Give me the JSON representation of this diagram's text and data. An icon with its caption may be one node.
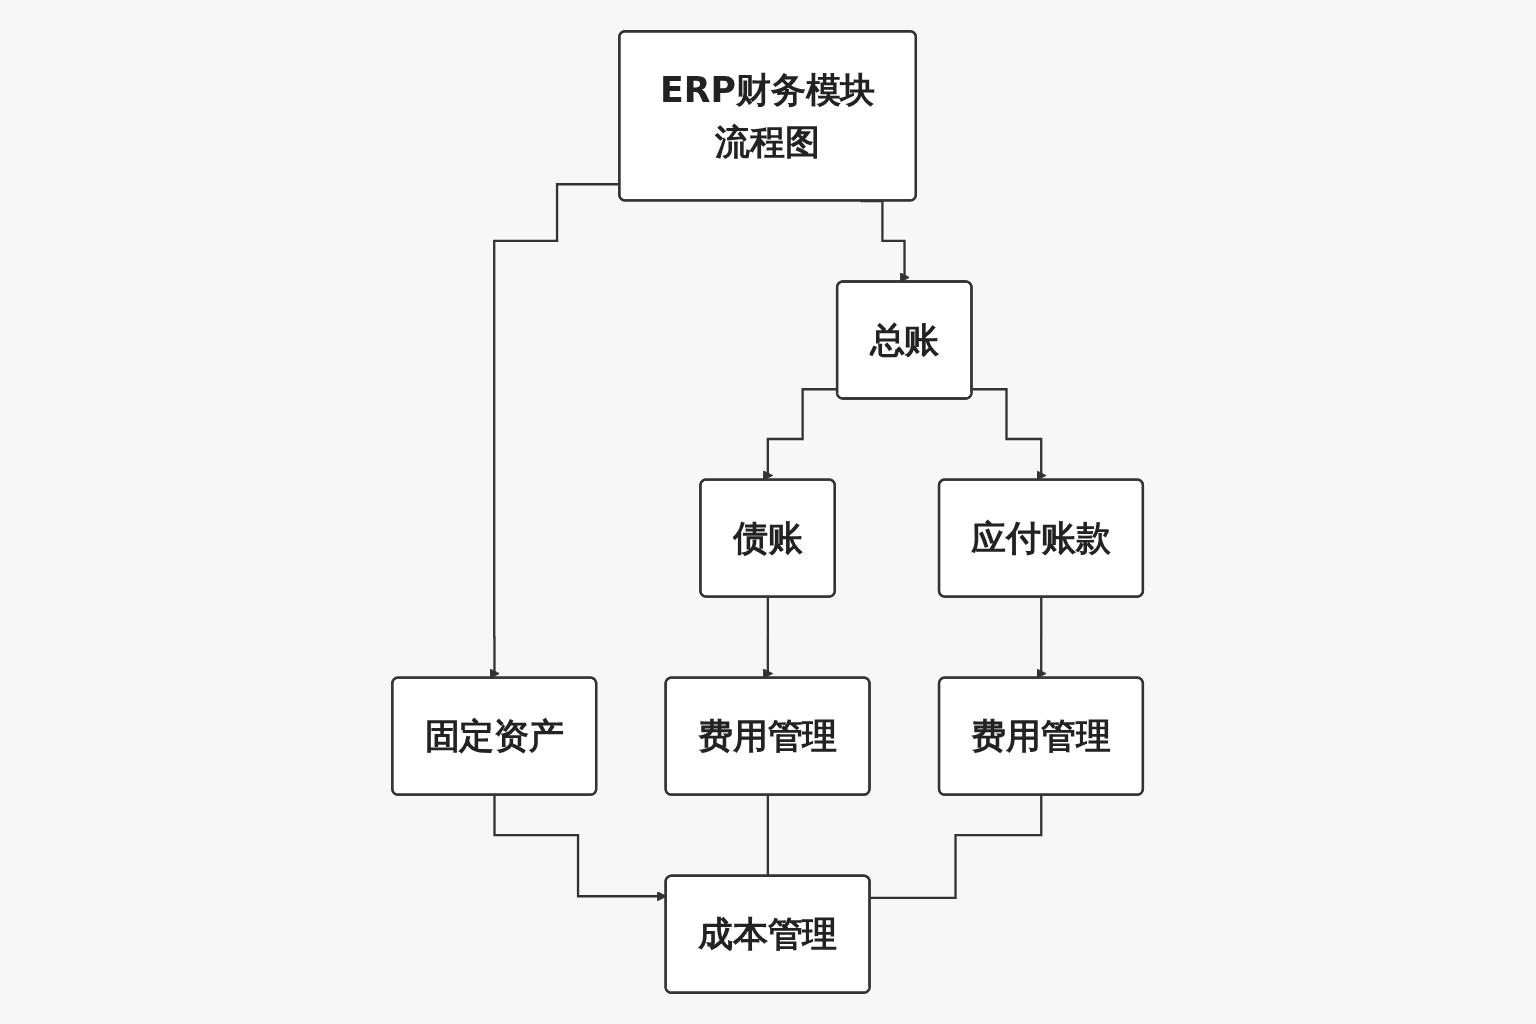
{
  "diagram": {
    "nodes": [
      {
        "text": [
          "ERP财务模块流程图"
        ]
      },
      {
        "text": [
          "总账"
        ]
      },
      {
        "text": [
          "固定资产"
        ]
      },
      {
        "text": [
          "债账"
        ]
      },
      {
        "text": [
          "应付账款"
        ]
      },
      {
        "text": [
          "成本管理"
        ]
      },
      {
        "text": [
          "费用管理"
        ]
      },
      {
        "text": [
          "费用管理"
        ]
      }
    ],
    "edges": [
      {
        "from": 0,
        "to": 1,
        "arrow": "to"
      },
      {
        "from": 0,
        "to": 2,
        "arrow": "to"
      },
      {
        "from": 1,
        "to": 3,
        "arrow": "to"
      },
      {
        "from": 1,
        "to": 4,
        "arrow": "to"
      },
      {
        "from": 2,
        "to": 5,
        "arrow": "to"
      },
      {
        "from": 3,
        "to": 6,
        "arrow": "to"
      },
      {
        "from": 4,
        "to": 7,
        "arrow": "to"
      },
      {
        "from": 6,
        "to": 5,
        "arrow": "none"
      },
      {
        "from": 7,
        "to": 5,
        "arrow": "none"
      }
    ]
  }
}
